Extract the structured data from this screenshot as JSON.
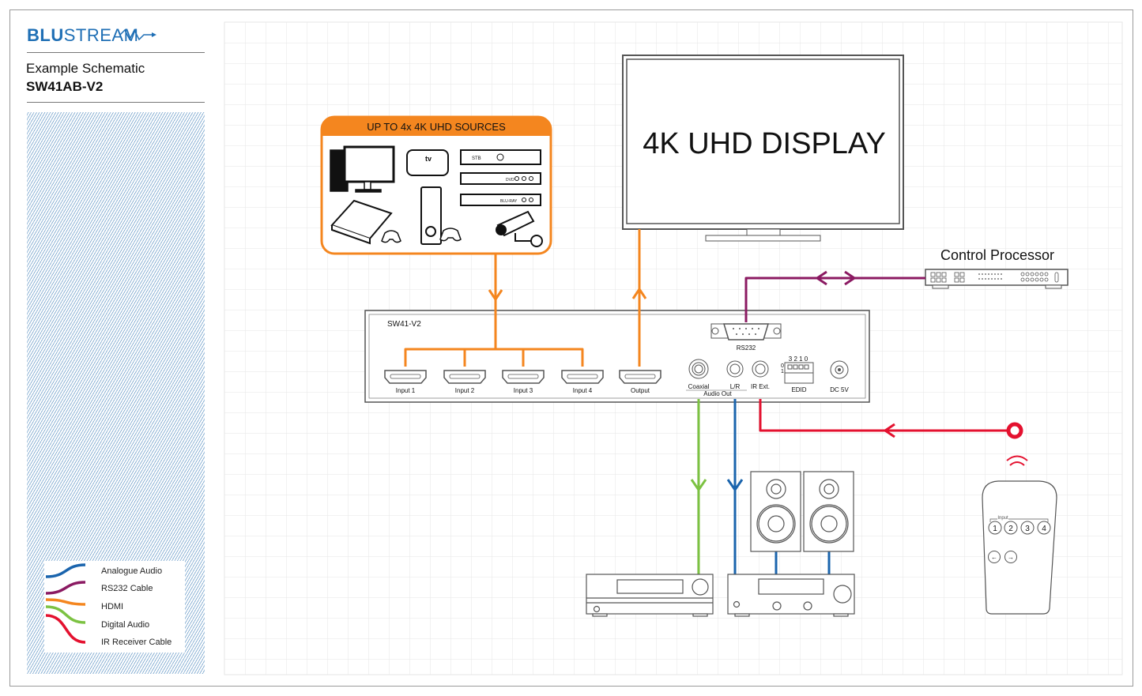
{
  "brand": {
    "bold": "BLU",
    "rest": "STREAM"
  },
  "header": {
    "subtitle": "Example Schematic",
    "model": "SW41AB-V2"
  },
  "legend": [
    {
      "label": "Analogue Audio",
      "color": "#1a64ad"
    },
    {
      "label": "RS232 Cable",
      "color": "#8b1a62"
    },
    {
      "label": "HDMI",
      "color": "#f4861f"
    },
    {
      "label": "Digital Audio",
      "color": "#7cc242"
    },
    {
      "label": "IR Receiver Cable",
      "color": "#e4112f"
    }
  ],
  "sources": {
    "title": "UP TO 4x 4K UHD SOURCES",
    "device_labels": [
      "STB",
      "DVD",
      "BLU-RAY",
      "tv"
    ]
  },
  "display": {
    "label": "4K UHD DISPLAY"
  },
  "control": {
    "label": "Control Processor"
  },
  "switcher": {
    "model": "SW41-V2",
    "hdmi_ports": [
      "Input 1",
      "Input 2",
      "Input 3",
      "Input 4",
      "Output"
    ],
    "rs232": "RS232",
    "coaxial": "Coaxial",
    "lr": "L/R",
    "audio_out": "Audio Out",
    "ir_ext": "IR Ext.",
    "edid": "EDID",
    "edid_bits": "3 2 1 0",
    "edid_zero": "0",
    "edid_one": "1",
    "dc": "DC 5V"
  },
  "remote": {
    "group_label": "Input",
    "buttons": [
      "1",
      "2",
      "3",
      "4"
    ]
  },
  "colors": {
    "hdmi": "#f4861f",
    "rs232": "#8b1a62",
    "analogue": "#1a64ad",
    "digital": "#7cc242",
    "ir": "#e4112f",
    "brand": "#1f6fb5"
  }
}
